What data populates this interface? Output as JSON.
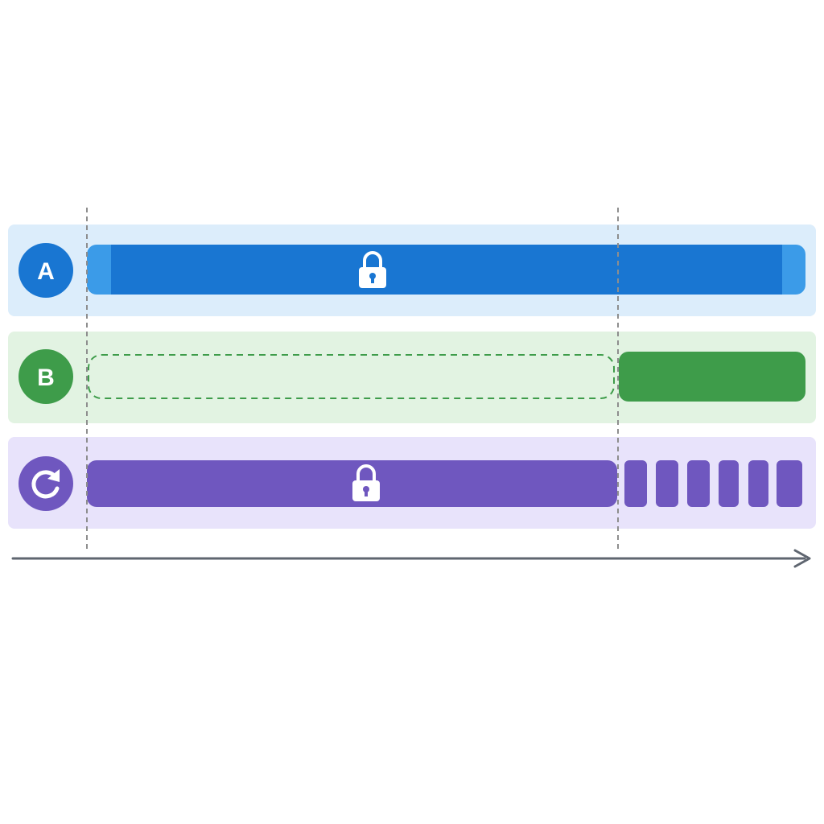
{
  "colors": {
    "background": "#ffffff",
    "axis": "#5f6670",
    "guide": "#8e8e8e",
    "lock_icon": "#ffffff"
  },
  "lanes": [
    {
      "id": "a",
      "label": "A",
      "icon": null,
      "lane_color": "#dcedfb",
      "badge_color": "#1976d2",
      "segments": [
        {
          "kind": "held-lock",
          "color": "#1976d2",
          "edge_color": "#3b9be8",
          "lock_icon": "lock-icon"
        }
      ]
    },
    {
      "id": "b",
      "label": "B",
      "icon": null,
      "lane_color": "#e2f3e2",
      "badge_color": "#3e9c4a",
      "segments": [
        {
          "kind": "waiting",
          "color": "#3e9c4a",
          "style": "dashed-outline"
        },
        {
          "kind": "active",
          "color": "#3e9c4a"
        }
      ]
    },
    {
      "id": "c",
      "label": "",
      "icon": "refresh-icon",
      "lane_color": "#e8e3fb",
      "badge_color": "#6f57bf",
      "segments": [
        {
          "kind": "held-lock",
          "color": "#6f57bf",
          "lock_icon": "lock-icon"
        },
        {
          "kind": "repeated-blocks",
          "color": "#6f57bf",
          "count": 6
        }
      ]
    }
  ],
  "axis": {
    "arrow": "arrow-right-icon"
  }
}
